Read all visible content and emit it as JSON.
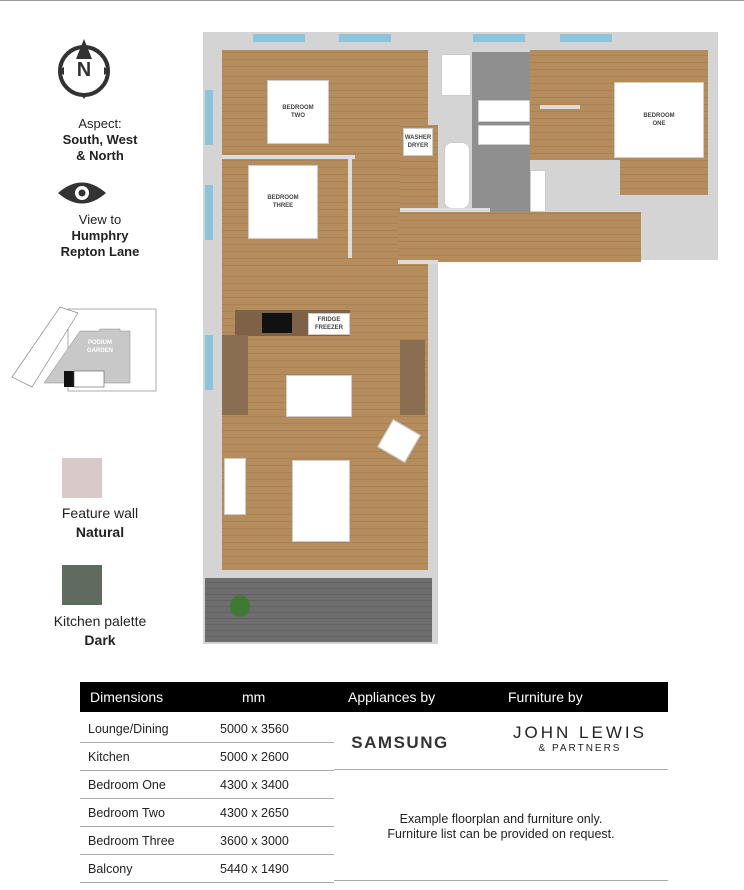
{
  "compass": {
    "letter": "N",
    "icon": "north-compass-icon"
  },
  "aspect": {
    "label": "Aspect:",
    "value_line1": "South, West",
    "value_line2": "& North"
  },
  "view": {
    "icon": "eye-icon",
    "label": "View to",
    "value_line1": "Humphry",
    "value_line2": "Repton Lane"
  },
  "keyplan": {
    "label_line1": "PODIUM",
    "label_line2": "GARDEN"
  },
  "swatches": [
    {
      "label": "Feature wall",
      "value": "Natural",
      "color": "#d9cac9"
    },
    {
      "label": "Kitchen palette",
      "value": "Dark",
      "color": "#5e6b5e"
    }
  ],
  "floorplan": {
    "rooms": {
      "bedroom_two": [
        "BEDROOM",
        "TWO"
      ],
      "bedroom_three": [
        "BEDROOM",
        "THREE"
      ],
      "bedroom_one": [
        "BEDROOM",
        "ONE"
      ]
    },
    "washer": [
      "WASHER",
      "DRYER"
    ],
    "fridge": [
      "FRIDGE",
      "FREEZER"
    ],
    "colors": {
      "wood": "#b58d5c",
      "wall": "#d4d4d4",
      "window": "#8cc4dc",
      "tile": "#8f8f8f",
      "balcony": "#6e6e6e"
    }
  },
  "table": {
    "headers": [
      "Dimensions",
      "mm",
      "Appliances by",
      "Furniture by"
    ],
    "rows": [
      {
        "room": "Lounge/Dining",
        "mm": "5000 x 3560"
      },
      {
        "room": "Kitchen",
        "mm": "5000 x 2600"
      },
      {
        "room": "Bedroom One",
        "mm": "4300 x 3400"
      },
      {
        "room": "Bedroom Two",
        "mm": "4300 x 2650"
      },
      {
        "room": "Bedroom Three",
        "mm": "3600 x 3000"
      },
      {
        "room": "Balcony",
        "mm": "5440 x 1490"
      }
    ],
    "appliances_brand": "SAMSUNG",
    "furniture_brand_line1": "JOHN LEWIS",
    "furniture_brand_line2": "& PARTNERS",
    "note_line1": "Example floorplan and furniture only.",
    "note_line2": "Furniture list can be provided on request."
  }
}
